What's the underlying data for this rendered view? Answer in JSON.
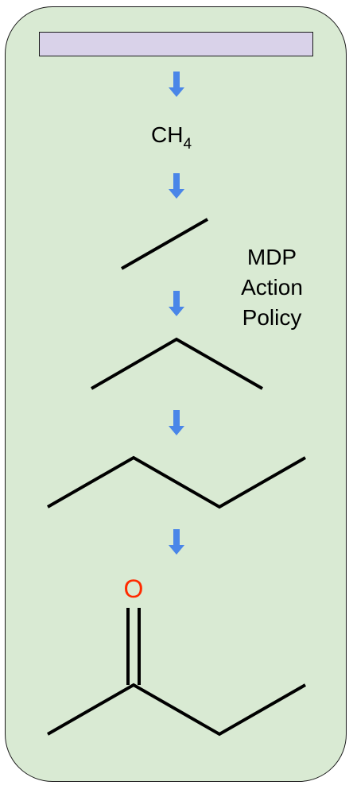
{
  "diagram": {
    "methane_formula": {
      "element": "CH",
      "subscript": "4"
    },
    "policy_label_lines": [
      "MDP",
      "Action",
      "Policy"
    ],
    "oxygen_atom": "O",
    "colors": {
      "panel_fill": "#d9ead3",
      "top_bar_fill": "#d9d2e9",
      "arrow": "#4a86e8",
      "bond": "#000000",
      "oxygen": "#ff2a00"
    },
    "arrow_icon": "arrow-down-icon"
  }
}
